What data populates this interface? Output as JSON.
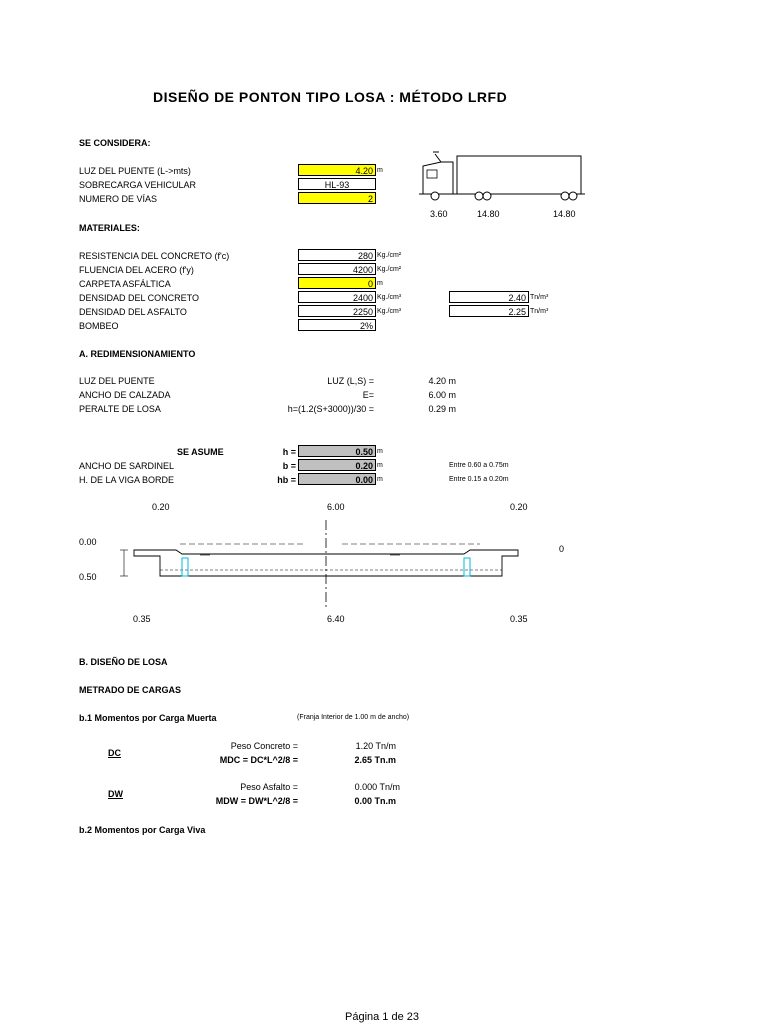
{
  "title": "DISEÑO DE PONTON TIPO LOSA : MÉTODO LRFD",
  "se_considera": {
    "heading": "SE CONSIDERA:",
    "rows": [
      {
        "label": "LUZ DEL PUENTE (L->mts)",
        "value": "4.20",
        "unit": "m"
      },
      {
        "label": "SOBRECARGA VEHICULAR",
        "value": "HL-93",
        "unit": ""
      },
      {
        "label": "NUMERO DE VÍAS",
        "value": "2",
        "unit": ""
      }
    ],
    "axle_spacing": [
      "3.60",
      "14.80",
      "14.80"
    ]
  },
  "materiales": {
    "heading": "MATERIALES:",
    "rows": [
      {
        "label": "RESISTENCIA DEL CONCRETO (f'c)",
        "value": "280",
        "unit": "Kg./cm²"
      },
      {
        "label": "FLUENCIA DEL ACERO (f'y)",
        "value": "4200",
        "unit": "Kg./cm²"
      },
      {
        "label": "CARPETA ASFÁLTICA",
        "value": "0",
        "unit": "m"
      },
      {
        "label": "DENSIDAD DEL CONCRETO",
        "value": "2400",
        "unit": "Kg./cm³"
      },
      {
        "label": "DENSIDAD DEL ASFALTO",
        "value": "2250",
        "unit": "Kg./cm³"
      },
      {
        "label": "BOMBEO",
        "value": "2%",
        "unit": ""
      }
    ],
    "densities_tn": [
      {
        "value": "2.40",
        "unit": "Tn/m³"
      },
      {
        "value": "2.25",
        "unit": "Tn/m³"
      }
    ]
  },
  "redim": {
    "heading": "A. REDIMENSIONAMIENTO",
    "rows": [
      {
        "label": "LUZ DEL PUENTE",
        "formula": "LUZ (L,S) =",
        "value": "4.20 m"
      },
      {
        "label": "ANCHO DE CALZADA",
        "formula": "E=",
        "value": "6.00 m"
      },
      {
        "label": "PERALTE DE LOSA",
        "formula": "h=(1.2(S+3000))/30 =",
        "value": "0.29 m"
      }
    ],
    "se_asume": "SE ASUME",
    "assumed": [
      {
        "label": "",
        "sym": "h =",
        "value": "0.50",
        "unit": "m",
        "note": ""
      },
      {
        "label": "ANCHO DE SARDINEL",
        "sym": "b =",
        "value": "0.20",
        "unit": "m",
        "note": "Entre 0.60 a 0.75m"
      },
      {
        "label": "H. DE LA VIGA BORDE",
        "sym": "hb =",
        "value": "0.00",
        "unit": "m",
        "note": "Entre 0.15 a 0.20m"
      }
    ]
  },
  "section": {
    "top_left": "0.20",
    "top_center": "6.00",
    "top_right": "0.20",
    "left_top": "0.00",
    "left_bottom": "0.50",
    "right_zero": "0",
    "bottom_left": "0.35",
    "bottom_center": "6.40",
    "bottom_right": "0.35"
  },
  "losa": {
    "heading": "B. DISEÑO DE LOSA",
    "metrado": "METRADO DE CARGAS",
    "b1": "b.1 Momentos por Carga Muerta",
    "franja": "(Franja Interior de 1.00 m de ancho)",
    "dc": {
      "label": "DC",
      "l1": "Peso Concreto  =",
      "v1": "1.20 Tn/m",
      "l2": "MDC = DC*L^2/8 =",
      "v2": "2.65 Tn.m"
    },
    "dw": {
      "label": "DW",
      "l1": "Peso Asfalto  =",
      "v1": "0.000 Tn/m",
      "l2": "MDW = DW*L^2/8 =",
      "v2": "0.00 Tn.m"
    },
    "b2": "b.2 Momentos por Carga Viva"
  },
  "footer": "Página 1 de 23"
}
